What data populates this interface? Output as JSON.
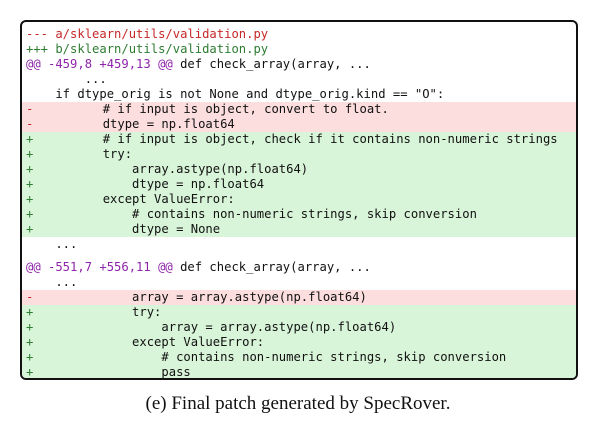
{
  "diff": {
    "lines": [
      {
        "kind": "file-old",
        "marker": "",
        "text": "--- a/sklearn/utils/validation.py"
      },
      {
        "kind": "file-new",
        "marker": "",
        "text": "+++ b/sklearn/utils/validation.py"
      },
      {
        "kind": "hunk",
        "range": "@@ -459,8 +459,13 @@",
        "text": " def check_array(array, ..."
      },
      {
        "kind": "ctx",
        "marker": "",
        "text": "        ..."
      },
      {
        "kind": "ctx",
        "marker": "",
        "text": "    if dtype_orig is not None and dtype_orig.kind == \"O\":"
      },
      {
        "kind": "del",
        "marker": "-",
        "text": "        # if input is object, convert to float."
      },
      {
        "kind": "del",
        "marker": "-",
        "text": "        dtype = np.float64"
      },
      {
        "kind": "add",
        "marker": "+",
        "text": "        # if input is object, check if it contains non-numeric strings"
      },
      {
        "kind": "add",
        "marker": "+",
        "text": "        try:"
      },
      {
        "kind": "add",
        "marker": "+",
        "text": "            array.astype(np.float64)"
      },
      {
        "kind": "add",
        "marker": "+",
        "text": "            dtype = np.float64"
      },
      {
        "kind": "add",
        "marker": "+",
        "text": "        except ValueError:"
      },
      {
        "kind": "add",
        "marker": "+",
        "text": "            # contains non-numeric strings, skip conversion"
      },
      {
        "kind": "add",
        "marker": "+",
        "text": "            dtype = None"
      },
      {
        "kind": "ctx",
        "marker": "",
        "text": "    ..."
      },
      {
        "kind": "gap",
        "marker": "",
        "text": ""
      },
      {
        "kind": "hunk",
        "range": "@@ -551,7 +556,11 @@",
        "text": " def check_array(array, ..."
      },
      {
        "kind": "ctx",
        "marker": "",
        "text": "    ..."
      },
      {
        "kind": "del",
        "marker": "-",
        "text": "            array = array.astype(np.float64)"
      },
      {
        "kind": "add",
        "marker": "+",
        "text": "            try:"
      },
      {
        "kind": "add",
        "marker": "+",
        "text": "                array = array.astype(np.float64)"
      },
      {
        "kind": "add",
        "marker": "+",
        "text": "            except ValueError:"
      },
      {
        "kind": "add",
        "marker": "+",
        "text": "                # contains non-numeric strings, skip conversion"
      },
      {
        "kind": "add",
        "marker": "+",
        "text": "                pass"
      },
      {
        "kind": "ctx",
        "marker": "",
        "text": "    ..."
      }
    ]
  },
  "caption": "(e) Final patch generated by SpecRover.",
  "colors": {
    "deleted_bg": "#fcdede",
    "added_bg": "#d9f5d9",
    "old_file": "#c62828",
    "new_file": "#2e7d32",
    "hunk_range": "#8e24aa"
  }
}
